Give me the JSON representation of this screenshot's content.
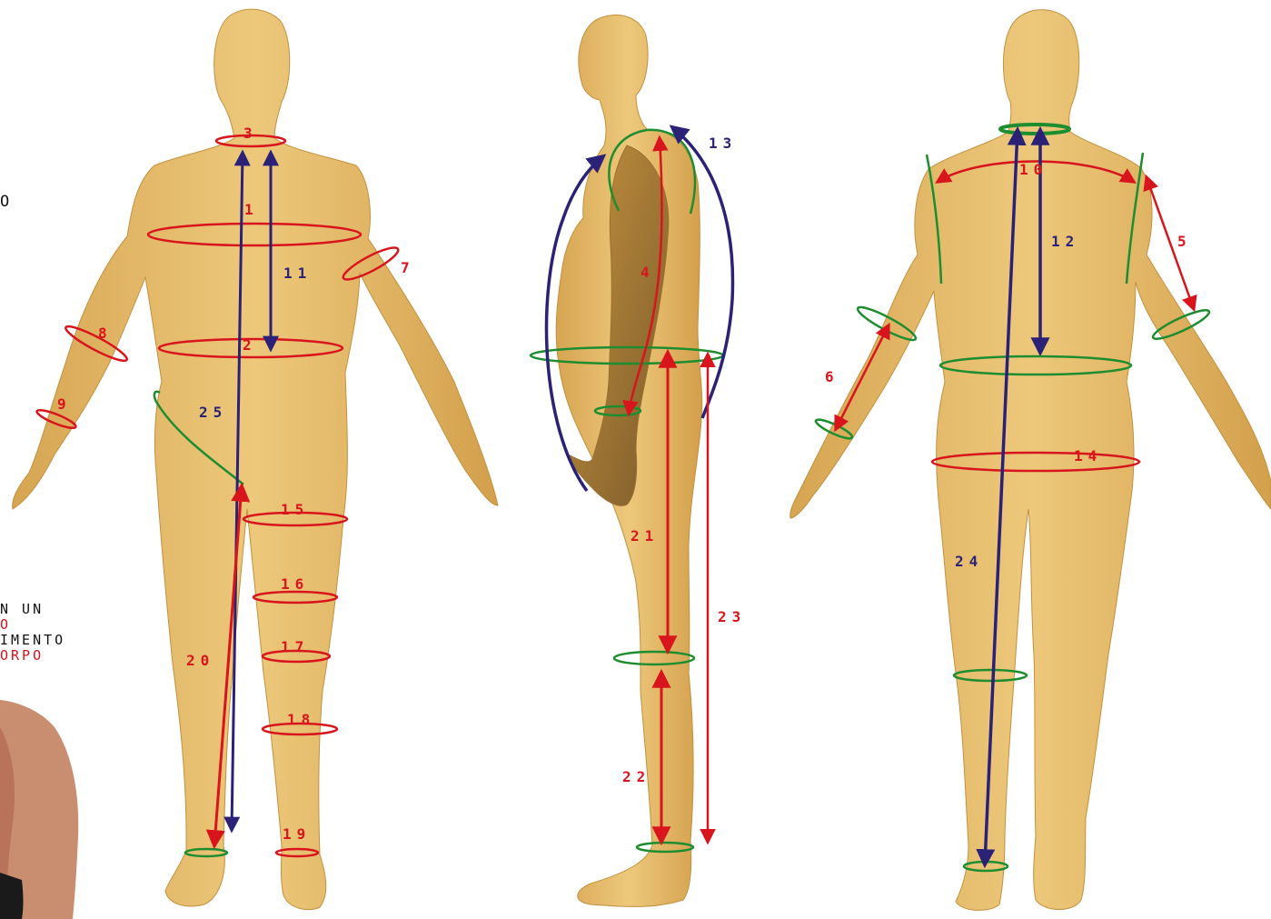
{
  "colors": {
    "skin": "#e8bf6e",
    "skin_shade": "#c9973f",
    "red": "#d8141c",
    "blue": "#2b2277",
    "green": "#1d8d2f"
  },
  "left_text": {
    "top_fragment": "O",
    "lines": [
      {
        "text": "N UN",
        "color": "black"
      },
      {
        "text": "O",
        "color": "red"
      },
      {
        "text": "IMENTO",
        "color": "black"
      },
      {
        "text": "ORPO",
        "color": "red"
      }
    ]
  },
  "labels": {
    "n1": "1",
    "n2": "2",
    "n3": "3",
    "n4": "4",
    "n5": "5",
    "n6": "6",
    "n7": "7",
    "n8": "8",
    "n9": "9",
    "n10": "10",
    "n11": "11",
    "n12": "12",
    "n13": "13",
    "n14": "14",
    "n15": "15",
    "n16": "16",
    "n17": "17",
    "n18": "18",
    "n19": "19",
    "n20": "20",
    "n21": "21",
    "n22": "22",
    "n23": "23",
    "n24": "24",
    "n25": "25"
  }
}
